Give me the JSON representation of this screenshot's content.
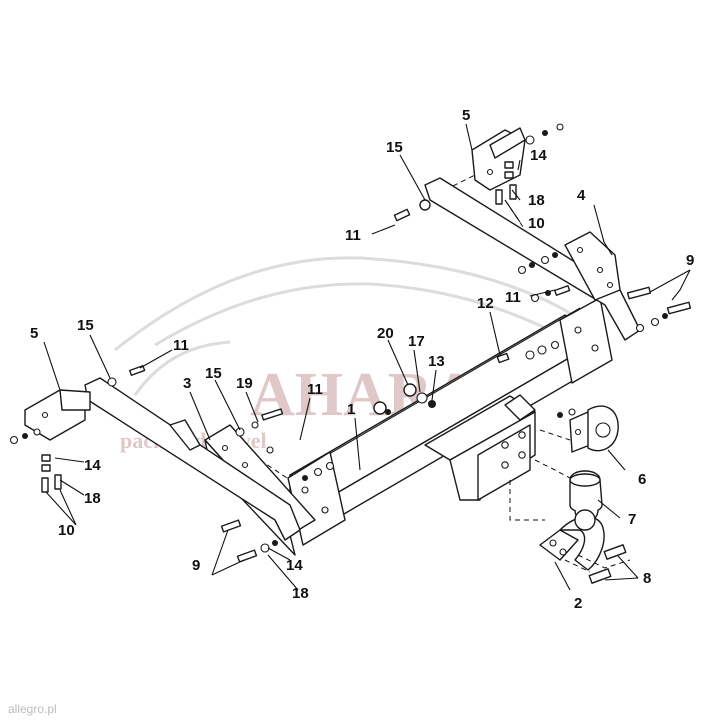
{
  "callouts": [
    {
      "id": "c1",
      "text": "1"
    },
    {
      "id": "c2",
      "text": "2"
    },
    {
      "id": "c3",
      "text": "3"
    },
    {
      "id": "c4",
      "text": "4"
    },
    {
      "id": "c5a",
      "text": "5"
    },
    {
      "id": "c5b",
      "text": "5"
    },
    {
      "id": "c6",
      "text": "6"
    },
    {
      "id": "c7",
      "text": "7"
    },
    {
      "id": "c8",
      "text": "8"
    },
    {
      "id": "c9a",
      "text": "9"
    },
    {
      "id": "c9b",
      "text": "9"
    },
    {
      "id": "c10a",
      "text": "10"
    },
    {
      "id": "c10b",
      "text": "10"
    },
    {
      "id": "c11a",
      "text": "11"
    },
    {
      "id": "c11b",
      "text": "11"
    },
    {
      "id": "c11c",
      "text": "11"
    },
    {
      "id": "c11d",
      "text": "11"
    },
    {
      "id": "c12",
      "text": "12"
    },
    {
      "id": "c13",
      "text": "13"
    },
    {
      "id": "c14a",
      "text": "14"
    },
    {
      "id": "c14b",
      "text": "14"
    },
    {
      "id": "c14c",
      "text": "14"
    },
    {
      "id": "c15a",
      "text": "15"
    },
    {
      "id": "c15b",
      "text": "15"
    },
    {
      "id": "c15c",
      "text": "15"
    },
    {
      "id": "c17",
      "text": "17"
    },
    {
      "id": "c18a",
      "text": "18"
    },
    {
      "id": "c18b",
      "text": "18"
    },
    {
      "id": "c18c",
      "text": "18"
    },
    {
      "id": "c19",
      "text": "19"
    },
    {
      "id": "c20",
      "text": "20"
    }
  ],
  "watermark": {
    "brand": "AHARA",
    "tagline": "pack and travel"
  },
  "footer": {
    "site": "allegro.pl"
  }
}
